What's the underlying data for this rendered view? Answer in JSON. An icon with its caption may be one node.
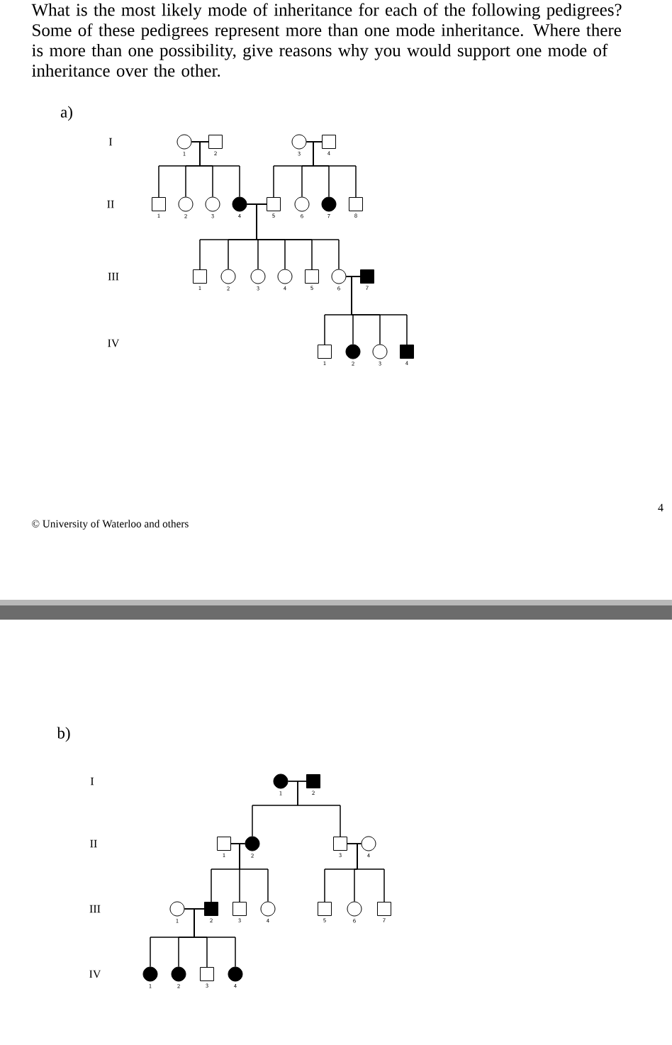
{
  "diagram": {
    "title": "What is the most likely mode of inheritance for each of the following pedigrees? Some of these pedigrees represent more than one mode inheritance. Where there is more than one possibility, give reasons why you would support one mode of inheritance over the other.",
    "nodes": [
      {
        "text": [],
        "shape": "circle",
        "beside": [
          "1"
        ]
      },
      {
        "text": [],
        "shape": "box",
        "beside": [
          "2"
        ]
      },
      {
        "text": [],
        "shape": "circle",
        "beside": [
          "3"
        ]
      },
      {
        "text": [],
        "shape": "box",
        "beside": [
          "4"
        ]
      },
      {
        "text": [],
        "shape": "box",
        "beside": [
          "1"
        ]
      },
      {
        "text": [],
        "shape": "circle",
        "beside": [
          "2"
        ]
      },
      {
        "text": [],
        "shape": "circle",
        "beside": [
          "3"
        ]
      },
      {
        "text": [],
        "shape": "disc",
        "beside": [
          "4"
        ]
      },
      {
        "text": [],
        "shape": "box",
        "beside": [
          "5"
        ]
      },
      {
        "text": [],
        "shape": "circle",
        "beside": [
          "6"
        ]
      },
      {
        "text": [],
        "shape": "disc",
        "beside": [
          "7"
        ]
      },
      {
        "text": [],
        "shape": "box",
        "beside": [
          "8"
        ]
      },
      {
        "text": [],
        "shape": "box",
        "beside": [
          "1"
        ]
      },
      {
        "text": [],
        "shape": "circle",
        "beside": [
          "2"
        ]
      },
      {
        "text": [],
        "shape": "circle",
        "beside": [
          "3"
        ]
      },
      {
        "text": [],
        "shape": "circle",
        "beside": [
          "4"
        ]
      },
      {
        "text": [],
        "shape": "box",
        "beside": [
          "5"
        ]
      },
      {
        "text": [],
        "shape": "circle",
        "beside": [
          "6"
        ]
      },
      {
        "text": [],
        "shape": "block",
        "beside": [
          "7"
        ]
      },
      {
        "text": [],
        "shape": "box",
        "beside": [
          "1"
        ]
      },
      {
        "text": [],
        "shape": "disc",
        "beside": [
          "2"
        ]
      },
      {
        "text": [],
        "shape": "circle",
        "beside": [
          "3"
        ]
      },
      {
        "text": [],
        "shape": "block",
        "beside": [
          "4"
        ]
      },
      {
        "text": [],
        "shape": "disc",
        "beside": [
          "1"
        ]
      },
      {
        "text": [],
        "shape": "block",
        "beside": [
          "2"
        ]
      },
      {
        "text": [],
        "shape": "box",
        "beside": [
          "1"
        ]
      },
      {
        "text": [],
        "shape": "disc",
        "beside": [
          "2"
        ]
      },
      {
        "text": [],
        "shape": "box",
        "beside": [
          "3"
        ]
      },
      {
        "text": [],
        "shape": "circle",
        "beside": [
          "4"
        ]
      },
      {
        "text": [],
        "shape": "circle",
        "beside": [
          "1"
        ]
      },
      {
        "text": [],
        "shape": "block",
        "beside": [
          "2"
        ]
      },
      {
        "text": [],
        "shape": "box",
        "beside": [
          "3"
        ]
      },
      {
        "text": [],
        "shape": "circle",
        "beside": [
          "4"
        ]
      },
      {
        "text": [],
        "shape": "box",
        "beside": [
          "5"
        ]
      },
      {
        "text": [],
        "shape": "circle",
        "beside": [
          "6"
        ]
      },
      {
        "text": [],
        "shape": "box",
        "beside": [
          "7"
        ]
      },
      {
        "text": [],
        "shape": "disc",
        "beside": [
          "1"
        ]
      },
      {
        "text": [],
        "shape": "disc",
        "beside": [
          "2"
        ]
      },
      {
        "text": [],
        "shape": "box",
        "beside": [
          "3"
        ]
      },
      {
        "text": [],
        "shape": "disc",
        "beside": [
          "4"
        ]
      }
    ],
    "edges": [
      {
        "from": 0,
        "to": 1,
        "arrow": "none"
      },
      {
        "from": 0,
        "to": 4,
        "arrow": "none"
      },
      {
        "from": 1,
        "to": 4,
        "arrow": "none"
      },
      {
        "from": 0,
        "to": 5,
        "arrow": "none"
      },
      {
        "from": 1,
        "to": 5,
        "arrow": "none"
      },
      {
        "from": 0,
        "to": 6,
        "arrow": "none"
      },
      {
        "from": 1,
        "to": 6,
        "arrow": "none"
      },
      {
        "from": 0,
        "to": 7,
        "arrow": "none"
      },
      {
        "from": 1,
        "to": 7,
        "arrow": "none"
      },
      {
        "from": 2,
        "to": 3,
        "arrow": "none"
      },
      {
        "from": 2,
        "to": 8,
        "arrow": "none"
      },
      {
        "from": 3,
        "to": 8,
        "arrow": "none"
      },
      {
        "from": 2,
        "to": 9,
        "arrow": "none"
      },
      {
        "from": 3,
        "to": 9,
        "arrow": "none"
      },
      {
        "from": 2,
        "to": 10,
        "arrow": "none"
      },
      {
        "from": 3,
        "to": 10,
        "arrow": "none"
      },
      {
        "from": 2,
        "to": 11,
        "arrow": "none"
      },
      {
        "from": 3,
        "to": 11,
        "arrow": "none"
      },
      {
        "from": 7,
        "to": 8,
        "arrow": "none"
      },
      {
        "from": 7,
        "to": 12,
        "arrow": "none"
      },
      {
        "from": 8,
        "to": 12,
        "arrow": "none"
      },
      {
        "from": 7,
        "to": 13,
        "arrow": "none"
      },
      {
        "from": 8,
        "to": 13,
        "arrow": "none"
      },
      {
        "from": 7,
        "to": 14,
        "arrow": "none"
      },
      {
        "from": 8,
        "to": 14,
        "arrow": "none"
      },
      {
        "from": 7,
        "to": 15,
        "arrow": "none"
      },
      {
        "from": 8,
        "to": 15,
        "arrow": "none"
      },
      {
        "from": 7,
        "to": 16,
        "arrow": "none"
      },
      {
        "from": 8,
        "to": 16,
        "arrow": "none"
      },
      {
        "from": 7,
        "to": 17,
        "arrow": "none"
      },
      {
        "from": 8,
        "to": 17,
        "arrow": "none"
      },
      {
        "from": 17,
        "to": 18,
        "arrow": "none"
      },
      {
        "from": 17,
        "to": 19,
        "arrow": "none"
      },
      {
        "from": 18,
        "to": 19,
        "arrow": "none"
      },
      {
        "from": 17,
        "to": 20,
        "arrow": "none"
      },
      {
        "from": 18,
        "to": 20,
        "arrow": "none"
      },
      {
        "from": 17,
        "to": 21,
        "arrow": "none"
      },
      {
        "from": 18,
        "to": 21,
        "arrow": "none"
      },
      {
        "from": 17,
        "to": 22,
        "arrow": "none"
      },
      {
        "from": 18,
        "to": 22,
        "arrow": "none"
      },
      {
        "from": 23,
        "to": 24,
        "arrow": "none"
      },
      {
        "from": 23,
        "to": 26,
        "arrow": "none"
      },
      {
        "from": 24,
        "to": 26,
        "arrow": "none"
      },
      {
        "from": 23,
        "to": 27,
        "arrow": "none"
      },
      {
        "from": 24,
        "to": 27,
        "arrow": "none"
      },
      {
        "from": 25,
        "to": 26,
        "arrow": "none"
      },
      {
        "from": 25,
        "to": 30,
        "arrow": "none"
      },
      {
        "from": 26,
        "to": 30,
        "arrow": "none"
      },
      {
        "from": 25,
        "to": 31,
        "arrow": "none"
      },
      {
        "from": 26,
        "to": 31,
        "arrow": "none"
      },
      {
        "from": 25,
        "to": 32,
        "arrow": "none"
      },
      {
        "from": 26,
        "to": 32,
        "arrow": "none"
      },
      {
        "from": 27,
        "to": 28,
        "arrow": "none"
      },
      {
        "from": 27,
        "to": 33,
        "arrow": "none"
      },
      {
        "from": 28,
        "to": 33,
        "arrow": "none"
      },
      {
        "from": 27,
        "to": 34,
        "arrow": "none"
      },
      {
        "from": 28,
        "to": 34,
        "arrow": "none"
      },
      {
        "from": 27,
        "to": 35,
        "arrow": "none"
      },
      {
        "from": 28,
        "to": 35,
        "arrow": "none"
      },
      {
        "from": 29,
        "to": 30,
        "arrow": "none"
      },
      {
        "from": 29,
        "to": 36,
        "arrow": "none"
      },
      {
        "from": 30,
        "to": 36,
        "arrow": "none"
      },
      {
        "from": 29,
        "to": 37,
        "arrow": "none"
      },
      {
        "from": 30,
        "to": 37,
        "arrow": "none"
      },
      {
        "from": 29,
        "to": 38,
        "arrow": "none"
      },
      {
        "from": 30,
        "to": 38,
        "arrow": "none"
      },
      {
        "from": 29,
        "to": 39,
        "arrow": "none"
      },
      {
        "from": 30,
        "to": 39,
        "arrow": "none"
      }
    ],
    "labels": [
      "a)",
      "I",
      "II",
      "III",
      "IV",
      "4",
      "© University of Waterloo and others",
      "b)",
      "I",
      "II",
      "III",
      "IV"
    ]
  }
}
